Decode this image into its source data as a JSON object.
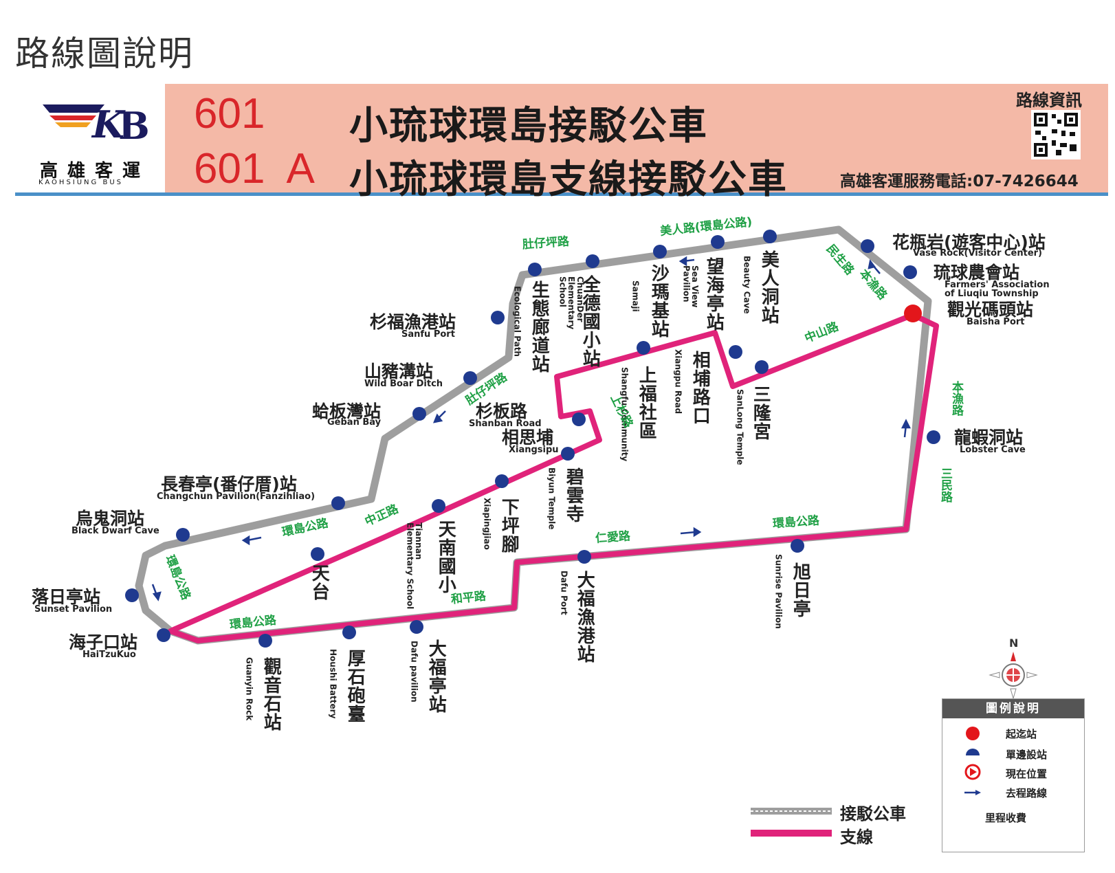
{
  "page_title": "路線圖說明",
  "logo": {
    "name_zh": "高雄客運",
    "name_en": "KAOHSIUNG BUS"
  },
  "routes": [
    {
      "number": "601",
      "name": "小琉球環島接駁公車"
    },
    {
      "number": "601  A",
      "name": "小琉球環島支線接駁公車"
    }
  ],
  "route_info_label": "路線資訊",
  "phone": "高雄客運服務電話:07-7426644",
  "stations_h": [
    {
      "zh": "花瓶岩(遊客中心)站",
      "en": "Vase  Rock(Visitor  Center)"
    },
    {
      "zh": "琉球農會站",
      "en": "Farmers'  Association of  Liuqiu  Township"
    },
    {
      "zh": "觀光碼頭站",
      "en": "Baisha  Port"
    },
    {
      "zh": "龍蝦洞站",
      "en": "Lobster  Cave"
    },
    {
      "zh": "杉福漁港站",
      "en": "Sanfu  Port"
    },
    {
      "zh": "山豬溝站",
      "en": "Wild  Boar  Ditch"
    },
    {
      "zh": "蛤板灣站",
      "en": "Geban  Bay"
    },
    {
      "zh": "杉板路",
      "en": "Shanban  Road"
    },
    {
      "zh": "相思埔",
      "en": "Xiangsipu"
    },
    {
      "zh": "長春亭(番仔厝)站",
      "en": "Changchun  Pavilion(Fanzihliao)"
    },
    {
      "zh": "烏鬼洞站",
      "en": "Black  Dwarf  Cave"
    },
    {
      "zh": "落日亭站",
      "en": "Sunset  Pavilion"
    },
    {
      "zh": "海子口站",
      "en": "HaiTzuKuo"
    },
    {
      "zh": "天台",
      "en": ""
    }
  ],
  "stations_v": [
    {
      "zh": "生態廊道站",
      "en": "Ecological Path"
    },
    {
      "zh": "全德國小站",
      "en": "ChuanDer Elementary School"
    },
    {
      "zh": "沙瑪基站",
      "en": "Samaji"
    },
    {
      "zh": "望海亭站",
      "en": "Sea View Pavilion"
    },
    {
      "zh": "美人洞站",
      "en": "Beauty Cave"
    },
    {
      "zh": "上福社區",
      "en": "Shangfu Community"
    },
    {
      "zh": "相埔路口",
      "en": "Xiangpu Road"
    },
    {
      "zh": "三隆宮",
      "en": "SanLong Temple"
    },
    {
      "zh": "碧雲寺",
      "en": "Biyun Temple"
    },
    {
      "zh": "下坪腳",
      "en": "Xiapingjiao"
    },
    {
      "zh": "天南國小",
      "en": "Tiannan Elementary School"
    },
    {
      "zh": "大福漁港站",
      "en": "Dafu Port"
    },
    {
      "zh": "旭日亭",
      "en": "Sunrise Pavilion"
    },
    {
      "zh": "大福亭站",
      "en": "Dafu pavilion"
    },
    {
      "zh": "厚石砲臺",
      "en": "Houshi Battery"
    },
    {
      "zh": "觀音石站",
      "en": "Guanyin Rock"
    }
  ],
  "roads": [
    "美人路(環島公路)",
    "肚仔坪路",
    "民生路",
    "本漁路",
    "中山路",
    "本漁路",
    "三民路",
    "肚仔坪路",
    "上杉路",
    "中正路",
    "環島公路",
    "環島公路",
    "環島公路",
    "仁愛路",
    "環島公路",
    "和平路"
  ],
  "legend": {
    "title": "圖例說明",
    "items": [
      "起迄站",
      "單邊設站",
      "現在位置",
      "去程路線"
    ],
    "fare": "里程收費"
  },
  "line_legend": {
    "main": "接駁公車",
    "branch": "支線"
  },
  "north_label": "N",
  "colors": {
    "main_route": "#9e9e9e",
    "branch_route": "#e0237a",
    "station_dot": "#1f3a8f",
    "start_station": "#e3161b",
    "road_label": "#1fa045",
    "banner": "#f4b9a7",
    "route_number": "#d9262a"
  }
}
